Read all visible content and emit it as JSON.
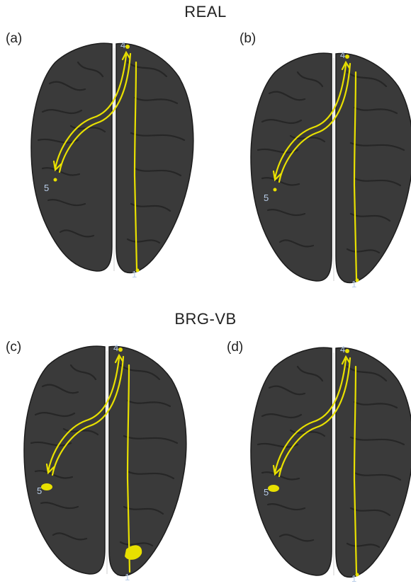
{
  "sections": [
    {
      "title": "REAL"
    },
    {
      "title": "BRG-VB"
    }
  ],
  "panels": [
    {
      "label": "(a)",
      "nodes": [
        "4",
        "5",
        "1"
      ]
    },
    {
      "label": "(b)",
      "nodes": [
        "4",
        "5",
        "1"
      ]
    },
    {
      "label": "(c)",
      "nodes": [
        "4",
        "5",
        "1"
      ]
    },
    {
      "label": "(d)",
      "nodes": [
        "4",
        "5",
        "1"
      ]
    }
  ],
  "colors": {
    "tract": "#e8e000",
    "brain": "#3a3a3a",
    "brain_edge": "#1c1c1c",
    "sulcus": "#262626",
    "node_label": "#b8cde8"
  }
}
